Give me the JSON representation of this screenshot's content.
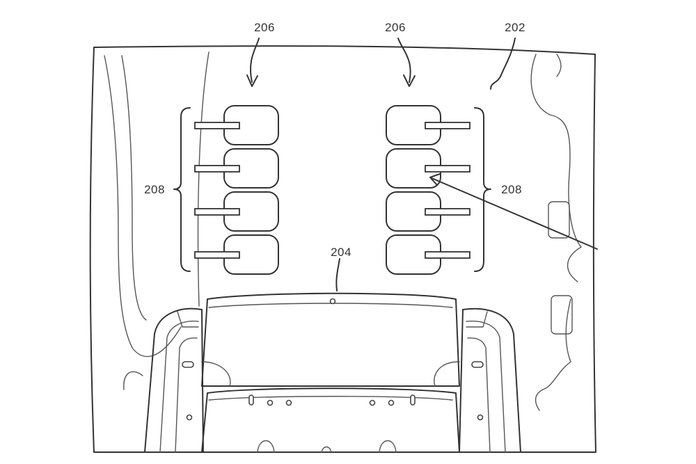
{
  "figure": {
    "labels": {
      "headliner": "202",
      "console": "204",
      "group_left": "206",
      "group_right": "206",
      "array_left": "208",
      "array_right": "208"
    }
  }
}
